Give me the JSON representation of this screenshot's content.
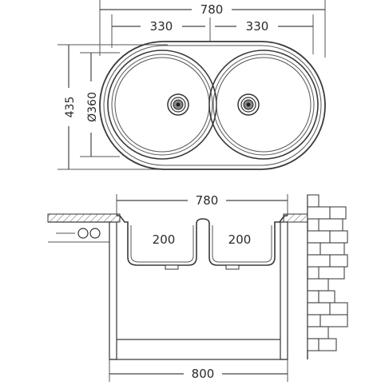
{
  "top_view": {
    "overall_width": "780",
    "bowl_width_left": "330",
    "bowl_width_right": "330",
    "overall_depth": "435",
    "bowl_diameter": "Ø360"
  },
  "section_view": {
    "top_width": "780",
    "bowl_depth_left": "200",
    "bowl_depth_right": "200",
    "cabinet_width": "800"
  },
  "colors": {
    "line": "#3a3a3a",
    "background": "#ffffff"
  }
}
